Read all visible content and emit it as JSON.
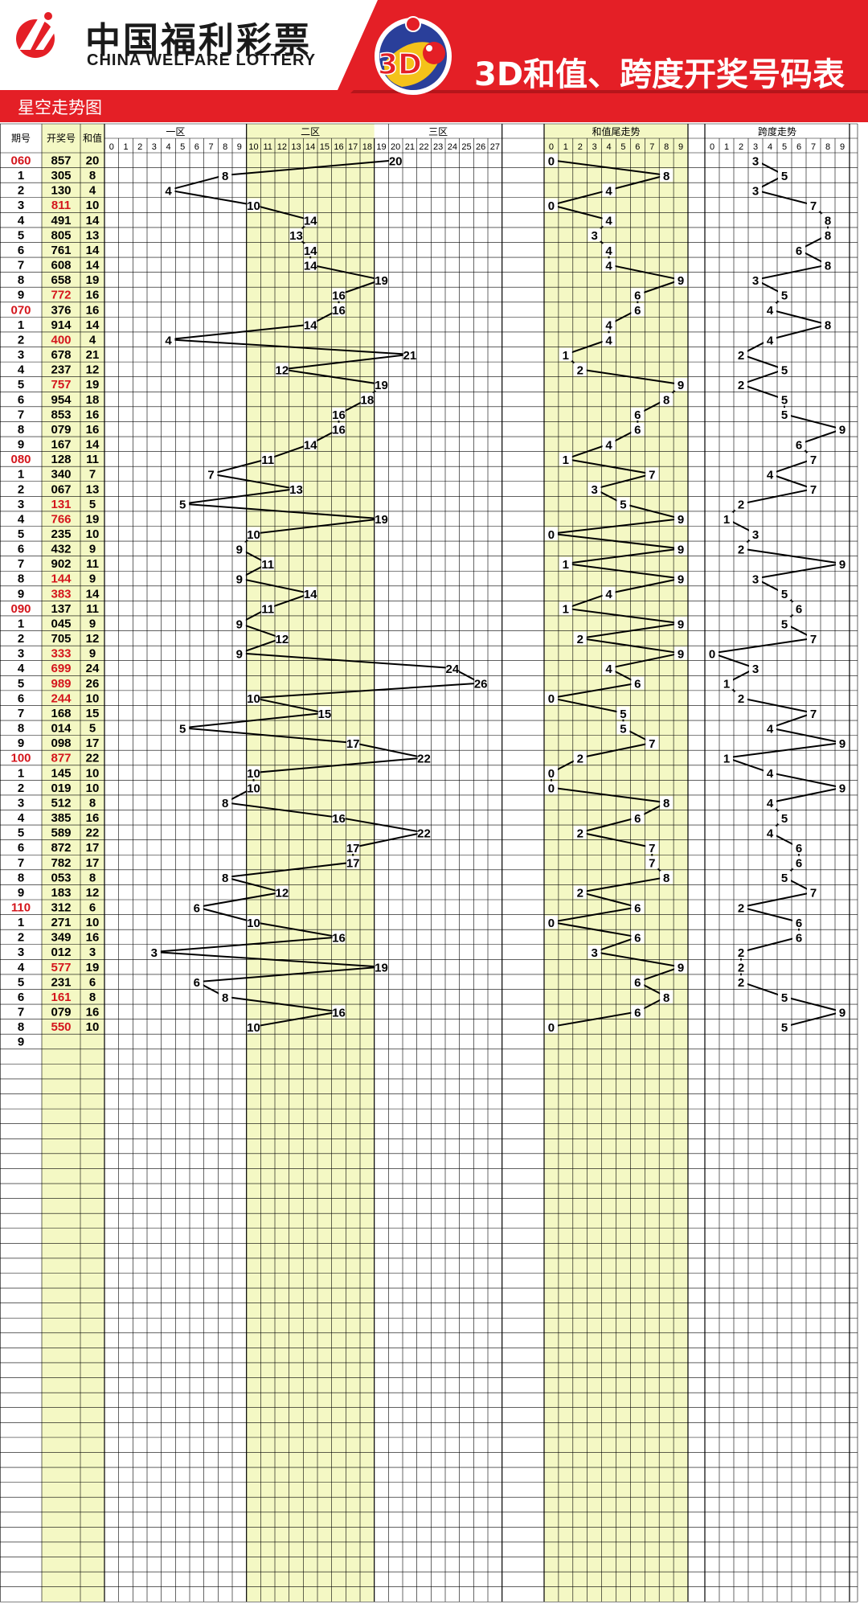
{
  "header": {
    "brand_cn": "中国福利彩票",
    "brand_en": "CHINA WELFARE LOTTERY",
    "logo_text": "3D",
    "title": "3D和值、跨度开奖号码表",
    "subtitle": "星空走势图"
  },
  "colors": {
    "red": "#e41f26",
    "highlight": "#f4f8c4",
    "line": "#000000",
    "accent_text": "#d4151c"
  },
  "chart_data": {
    "type": "table",
    "columns": {
      "period": "期号",
      "number": "开奖号",
      "sum": "和值"
    },
    "zones": [
      {
        "label": "一区",
        "range": [
          0,
          9
        ]
      },
      {
        "label": "二区",
        "range": [
          10,
          18
        ]
      },
      {
        "label": "三区",
        "range": [
          19,
          27
        ]
      }
    ],
    "tail_label": "和值尾走势",
    "span_label": "跨度走势",
    "rows": [
      {
        "period": "060",
        "number": "857",
        "sum": 20,
        "tail": 0,
        "span": 3,
        "red_period": true,
        "red_number": false
      },
      {
        "period": "1",
        "number": "305",
        "sum": 8,
        "tail": 8,
        "span": 5,
        "red_period": false,
        "red_number": false
      },
      {
        "period": "2",
        "number": "130",
        "sum": 4,
        "tail": 4,
        "span": 3,
        "red_period": false,
        "red_number": false
      },
      {
        "period": "3",
        "number": "811",
        "sum": 10,
        "tail": 0,
        "span": 7,
        "red_period": false,
        "red_number": true
      },
      {
        "period": "4",
        "number": "491",
        "sum": 14,
        "tail": 4,
        "span": 8,
        "red_period": false,
        "red_number": false
      },
      {
        "period": "5",
        "number": "805",
        "sum": 13,
        "tail": 3,
        "span": 8,
        "red_period": false,
        "red_number": false
      },
      {
        "period": "6",
        "number": "761",
        "sum": 14,
        "tail": 4,
        "span": 6,
        "red_period": false,
        "red_number": false
      },
      {
        "period": "7",
        "number": "608",
        "sum": 14,
        "tail": 4,
        "span": 8,
        "red_period": false,
        "red_number": false
      },
      {
        "period": "8",
        "number": "658",
        "sum": 19,
        "tail": 9,
        "span": 3,
        "red_period": false,
        "red_number": false
      },
      {
        "period": "9",
        "number": "772",
        "sum": 16,
        "tail": 6,
        "span": 5,
        "red_period": false,
        "red_number": true
      },
      {
        "period": "070",
        "number": "376",
        "sum": 16,
        "tail": 6,
        "span": 4,
        "red_period": true,
        "red_number": false
      },
      {
        "period": "1",
        "number": "914",
        "sum": 14,
        "tail": 4,
        "span": 8,
        "red_period": false,
        "red_number": false
      },
      {
        "period": "2",
        "number": "400",
        "sum": 4,
        "tail": 4,
        "span": 4,
        "red_period": false,
        "red_number": true
      },
      {
        "period": "3",
        "number": "678",
        "sum": 21,
        "tail": 1,
        "span": 2,
        "red_period": false,
        "red_number": false
      },
      {
        "period": "4",
        "number": "237",
        "sum": 12,
        "tail": 2,
        "span": 5,
        "red_period": false,
        "red_number": false
      },
      {
        "period": "5",
        "number": "757",
        "sum": 19,
        "tail": 9,
        "span": 2,
        "red_period": false,
        "red_number": true
      },
      {
        "period": "6",
        "number": "954",
        "sum": 18,
        "tail": 8,
        "span": 5,
        "red_period": false,
        "red_number": false
      },
      {
        "period": "7",
        "number": "853",
        "sum": 16,
        "tail": 6,
        "span": 5,
        "red_period": false,
        "red_number": false
      },
      {
        "period": "8",
        "number": "079",
        "sum": 16,
        "tail": 6,
        "span": 9,
        "red_period": false,
        "red_number": false
      },
      {
        "period": "9",
        "number": "167",
        "sum": 14,
        "tail": 4,
        "span": 6,
        "red_period": false,
        "red_number": false
      },
      {
        "period": "080",
        "number": "128",
        "sum": 11,
        "tail": 1,
        "span": 7,
        "red_period": true,
        "red_number": false
      },
      {
        "period": "1",
        "number": "340",
        "sum": 7,
        "tail": 7,
        "span": 4,
        "red_period": false,
        "red_number": false
      },
      {
        "period": "2",
        "number": "067",
        "sum": 13,
        "tail": 3,
        "span": 7,
        "red_period": false,
        "red_number": false
      },
      {
        "period": "3",
        "number": "131",
        "sum": 5,
        "tail": 5,
        "span": 2,
        "red_period": false,
        "red_number": true
      },
      {
        "period": "4",
        "number": "766",
        "sum": 19,
        "tail": 9,
        "span": 1,
        "red_period": false,
        "red_number": true
      },
      {
        "period": "5",
        "number": "235",
        "sum": 10,
        "tail": 0,
        "span": 3,
        "red_period": false,
        "red_number": false
      },
      {
        "period": "6",
        "number": "432",
        "sum": 9,
        "tail": 9,
        "span": 2,
        "red_period": false,
        "red_number": false
      },
      {
        "period": "7",
        "number": "902",
        "sum": 11,
        "tail": 1,
        "span": 9,
        "red_period": false,
        "red_number": false
      },
      {
        "period": "8",
        "number": "144",
        "sum": 9,
        "tail": 9,
        "span": 3,
        "red_period": false,
        "red_number": true
      },
      {
        "period": "9",
        "number": "383",
        "sum": 14,
        "tail": 4,
        "span": 5,
        "red_period": false,
        "red_number": true
      },
      {
        "period": "090",
        "number": "137",
        "sum": 11,
        "tail": 1,
        "span": 6,
        "red_period": true,
        "red_number": false
      },
      {
        "period": "1",
        "number": "045",
        "sum": 9,
        "tail": 9,
        "span": 5,
        "red_period": false,
        "red_number": false
      },
      {
        "period": "2",
        "number": "705",
        "sum": 12,
        "tail": 2,
        "span": 7,
        "red_period": false,
        "red_number": false
      },
      {
        "period": "3",
        "number": "333",
        "sum": 9,
        "tail": 9,
        "span": 0,
        "red_period": false,
        "red_number": true
      },
      {
        "period": "4",
        "number": "699",
        "sum": 24,
        "tail": 4,
        "span": 3,
        "red_period": false,
        "red_number": true
      },
      {
        "period": "5",
        "number": "989",
        "sum": 26,
        "tail": 6,
        "span": 1,
        "red_period": false,
        "red_number": true
      },
      {
        "period": "6",
        "number": "244",
        "sum": 10,
        "tail": 0,
        "span": 2,
        "red_period": false,
        "red_number": true
      },
      {
        "period": "7",
        "number": "168",
        "sum": 15,
        "tail": 5,
        "span": 7,
        "red_period": false,
        "red_number": false
      },
      {
        "period": "8",
        "number": "014",
        "sum": 5,
        "tail": 5,
        "span": 4,
        "red_period": false,
        "red_number": false
      },
      {
        "period": "9",
        "number": "098",
        "sum": 17,
        "tail": 7,
        "span": 9,
        "red_period": false,
        "red_number": false
      },
      {
        "period": "100",
        "number": "877",
        "sum": 22,
        "tail": 2,
        "span": 1,
        "red_period": true,
        "red_number": true
      },
      {
        "period": "1",
        "number": "145",
        "sum": 10,
        "tail": 0,
        "span": 4,
        "red_period": false,
        "red_number": false
      },
      {
        "period": "2",
        "number": "019",
        "sum": 10,
        "tail": 0,
        "span": 9,
        "red_period": false,
        "red_number": false
      },
      {
        "period": "3",
        "number": "512",
        "sum": 8,
        "tail": 8,
        "span": 4,
        "red_period": false,
        "red_number": false
      },
      {
        "period": "4",
        "number": "385",
        "sum": 16,
        "tail": 6,
        "span": 5,
        "red_period": false,
        "red_number": false
      },
      {
        "period": "5",
        "number": "589",
        "sum": 22,
        "tail": 2,
        "span": 4,
        "red_period": false,
        "red_number": false
      },
      {
        "period": "6",
        "number": "872",
        "sum": 17,
        "tail": 7,
        "span": 6,
        "red_period": false,
        "red_number": false
      },
      {
        "period": "7",
        "number": "782",
        "sum": 17,
        "tail": 7,
        "span": 6,
        "red_period": false,
        "red_number": false
      },
      {
        "period": "8",
        "number": "053",
        "sum": 8,
        "tail": 8,
        "span": 5,
        "red_period": false,
        "red_number": false
      },
      {
        "period": "9",
        "number": "183",
        "sum": 12,
        "tail": 2,
        "span": 7,
        "red_period": false,
        "red_number": false
      },
      {
        "period": "110",
        "number": "312",
        "sum": 6,
        "tail": 6,
        "span": 2,
        "red_period": true,
        "red_number": false
      },
      {
        "period": "1",
        "number": "271",
        "sum": 10,
        "tail": 0,
        "span": 6,
        "red_period": false,
        "red_number": false
      },
      {
        "period": "2",
        "number": "349",
        "sum": 16,
        "tail": 6,
        "span": 6,
        "red_period": false,
        "red_number": false
      },
      {
        "period": "3",
        "number": "012",
        "sum": 3,
        "tail": 3,
        "span": 2,
        "red_period": false,
        "red_number": false
      },
      {
        "period": "4",
        "number": "577",
        "sum": 19,
        "tail": 9,
        "span": 2,
        "red_period": false,
        "red_number": true
      },
      {
        "period": "5",
        "number": "231",
        "sum": 6,
        "tail": 6,
        "span": 2,
        "red_period": false,
        "red_number": false
      },
      {
        "period": "6",
        "number": "161",
        "sum": 8,
        "tail": 8,
        "span": 5,
        "red_period": false,
        "red_number": true
      },
      {
        "period": "7",
        "number": "079",
        "sum": 16,
        "tail": 6,
        "span": 9,
        "red_period": false,
        "red_number": false
      },
      {
        "period": "8",
        "number": "550",
        "sum": 10,
        "tail": 0,
        "span": 5,
        "red_period": false,
        "red_number": true
      }
    ],
    "trailing_period": "9"
  }
}
